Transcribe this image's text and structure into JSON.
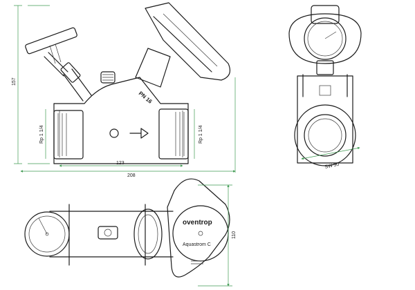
{
  "dimensions": {
    "side_height": "157",
    "thread_left": "Rp 1 1/4",
    "thread_right": "Rp 1 1/4",
    "inner_length": "123",
    "overall_length": "208",
    "wrench_size": "SW 50",
    "top_height": "110"
  },
  "markings": {
    "pressure_rating": "PN 16",
    "brand": "oventrop",
    "model": "Aquastrom C"
  },
  "colors": {
    "dimension_lines": "#3f9a52",
    "outline": "#1a1a1a"
  }
}
